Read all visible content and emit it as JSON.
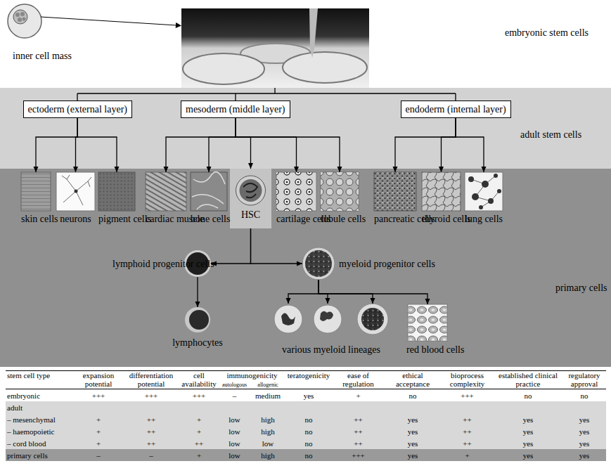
{
  "diagram": {
    "nodes": [
      {
        "text": [
          "adult stem cells"
        ]
      },
      {
        "text": [
          "ectoderm (external layer)"
        ],
        "in": 0
      },
      {
        "text": [
          "mesoderm (middle layer)"
        ],
        "in": 0
      },
      {
        "text": [
          "endoderm (internal layer)"
        ],
        "in": 0
      },
      {
        "text": [
          "primary cells"
        ]
      },
      {
        "text": [
          "skin cells"
        ],
        "in": 4
      },
      {
        "text": [
          "neurons"
        ],
        "in": 4
      },
      {
        "text": [
          "pigment cells"
        ],
        "in": 4
      },
      {
        "text": [
          "cardiac muscle"
        ],
        "in": 4
      },
      {
        "text": [
          "bone cells"
        ],
        "in": 4
      },
      {
        "text": [
          "HSC"
        ],
        "in": 4
      },
      {
        "text": [
          "cartilage cells"
        ],
        "in": 4
      },
      {
        "text": [
          "tubule cells"
        ],
        "in": 4
      },
      {
        "text": [
          "pancreatic cells"
        ],
        "in": 4
      },
      {
        "text": [
          "thyroid cells"
        ],
        "in": 4
      },
      {
        "text": [
          "lung cells"
        ],
        "in": 4
      },
      {
        "text": [
          "lymphoid progenitor cells"
        ],
        "in": 4
      },
      {
        "text": [
          "myeloid progenitor cells"
        ],
        "in": 4
      },
      {
        "text": [
          "lymphocytes"
        ],
        "in": 4
      },
      {
        "text": [
          "various myeloid lineages"
        ],
        "in": 4
      },
      {
        "text": [
          "red blood cells"
        ],
        "in": 4
      }
    ],
    "edges": [
      {
        "from": 1,
        "to": 5,
        "arrow": "to"
      },
      {
        "from": 1,
        "to": 6,
        "arrow": "to"
      },
      {
        "from": 1,
        "to": 7,
        "arrow": "to"
      },
      {
        "from": 2,
        "to": 8,
        "arrow": "to"
      },
      {
        "from": 2,
        "to": 9,
        "arrow": "to"
      },
      {
        "from": 2,
        "to": 10,
        "arrow": "to"
      },
      {
        "from": 2,
        "to": 11,
        "arrow": "to"
      },
      {
        "from": 2,
        "to": 12,
        "arrow": "to"
      },
      {
        "from": 3,
        "to": 13,
        "arrow": "to"
      },
      {
        "from": 3,
        "to": 14,
        "arrow": "to"
      },
      {
        "from": 3,
        "to": 15,
        "arrow": "to"
      },
      {
        "from": 10,
        "to": 16,
        "arrow": "to"
      },
      {
        "from": 10,
        "to": 17,
        "arrow": "to"
      },
      {
        "from": 16,
        "to": 18,
        "arrow": "to"
      },
      {
        "from": 17,
        "to": 19,
        "arrow": "to"
      },
      {
        "from": 17,
        "to": 20,
        "arrow": "to"
      }
    ],
    "labels": [
      "inner cell mass",
      "embryonic stem cells",
      "stem cell type",
      "expansion potential",
      "differentiation potential",
      "cell availability",
      "immunogenicity",
      "teratogenicity",
      "ease of regulation",
      "ethical acceptance",
      "bioprocess complexity",
      "established clinical practice",
      "regulatory approval",
      "autologous",
      "allogenic",
      "embryonic",
      "+++",
      "+++",
      "+++",
      "–",
      "medium",
      "yes",
      "+",
      "no",
      "+++",
      "no",
      "no",
      "adult",
      "– mesenchymal",
      "+",
      "++",
      "+",
      "low",
      "high",
      "no",
      "++",
      "yes",
      "++",
      "yes",
      "yes",
      "– haemopoietic",
      "+",
      "++",
      "+",
      "low",
      "high",
      "no",
      "++",
      "yes",
      "++",
      "yes",
      "yes",
      "– cord blood",
      "+",
      "++",
      "++",
      "low",
      "low",
      "no",
      "++",
      "yes",
      "++",
      "yes",
      "yes",
      "primary cells",
      "–",
      "–",
      "+",
      "low",
      "high",
      "no",
      "+++",
      "yes",
      "+",
      "yes",
      "yes"
    ]
  }
}
